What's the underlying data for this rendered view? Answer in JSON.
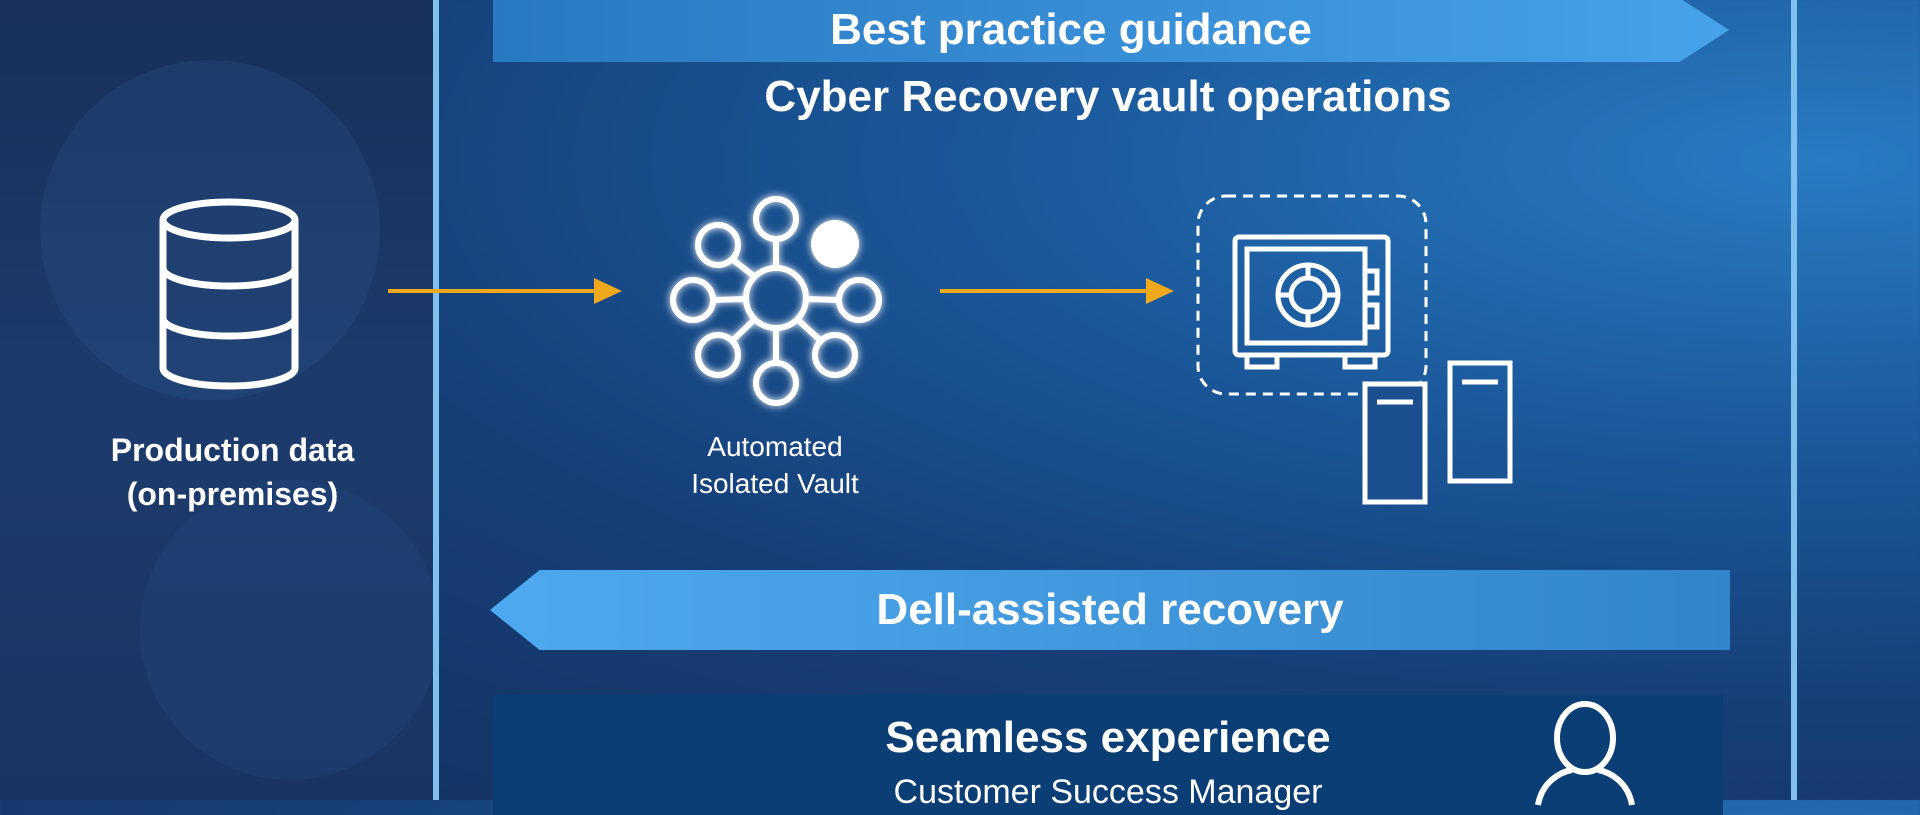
{
  "top_banner": "Best practice guidance",
  "section_title": "Cyber Recovery vault operations",
  "production": {
    "line1": "Production data",
    "line2": "(on-premises)"
  },
  "vault_hub": {
    "line1": "Automated",
    "line2": "Isolated Vault"
  },
  "bottom_banner": "Dell-assisted recovery",
  "card": {
    "title": "Seamless experience",
    "subtitle": "Customer Success Manager"
  },
  "colors": {
    "arrow": "#f0a81c",
    "line": "#7fc0ec",
    "card": "#0a3e74"
  },
  "icons": [
    "database-icon",
    "network-hub-icon",
    "vault-safe-icon",
    "server-icon",
    "person-icon"
  ]
}
